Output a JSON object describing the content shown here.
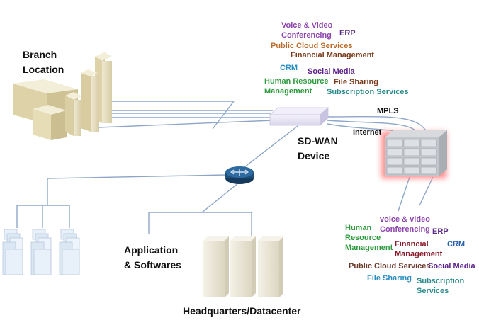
{
  "colors": {
    "purple": "#8e44ad",
    "dark_purple": "#5b2a86",
    "orange": "#b86a2a",
    "brown": "#7a3a1a",
    "teal_blue": "#2a8fc0",
    "green": "#2e9b3e",
    "teal": "#2a8a8a",
    "maroon": "#8a1a2a",
    "blue": "#2a5fb0",
    "violet": "#5b1f8a",
    "dark_brown": "#6a3a2a",
    "link_line": "#7e9cc0",
    "building_face": "#e6dec0",
    "building_side": "#d2c69c",
    "router_fill": "#1f4e79",
    "firewall_glow": "#ff6b6b",
    "server_fill": "#dbe7f3"
  },
  "labels": {
    "branch_location": "Branch\nLocation",
    "sdwan_device": "SD-WAN\nDevice",
    "mpls": "MPLS",
    "internet": "Internet",
    "application_softwares": "Application\n& Softwares",
    "headquarters": "Headquarters/Datacenter"
  },
  "branch_services": {
    "voice_video": "Voice & Video\nConferencing",
    "erp": "ERP",
    "public_cloud": "Public Cloud Services",
    "financial": "Financial Management",
    "crm": "CRM",
    "social_media": "Social Media",
    "human_resource": "Human Resource\nManagement",
    "file_sharing": "File Sharing",
    "subscription": "Subscription Services"
  },
  "cloud_services": {
    "voice_video": "voice & video\nConferencing",
    "human_resource": "Human\nResource\nManagement",
    "erp": "ERP",
    "financial": "Financial\nManagement",
    "crm": "CRM",
    "public_cloud": "Public Cloud Services",
    "social_media": "Social Media",
    "file_sharing": "File Sharing",
    "subscription": "Subscription\nServices"
  },
  "icons": {
    "branch_buildings": "branch-buildings-icon",
    "sdwan_device": "sdwan-device-icon",
    "router": "router-icon",
    "firewall": "firewall-icon",
    "servers": "server-rack-icon",
    "datacenter": "datacenter-buildings-icon"
  }
}
